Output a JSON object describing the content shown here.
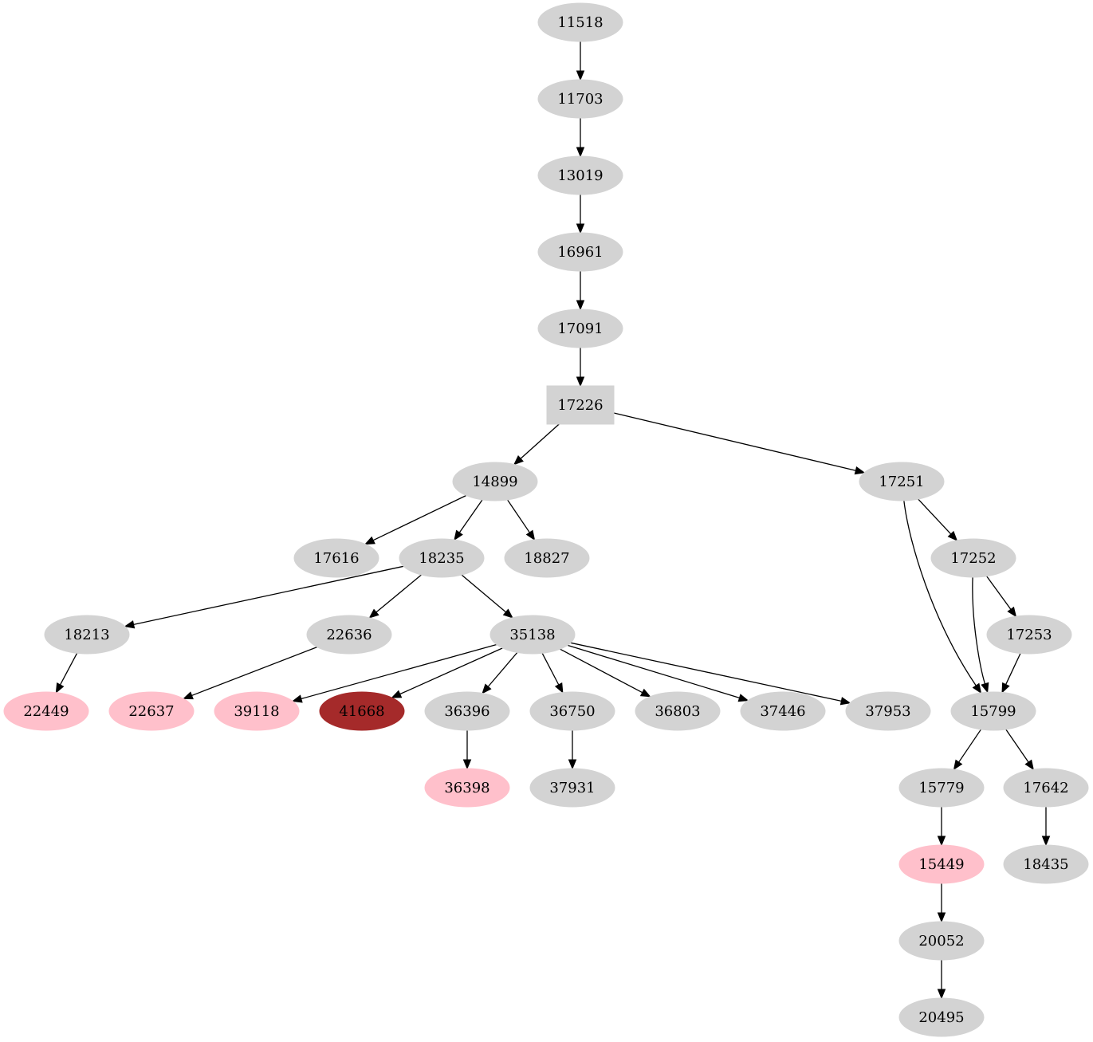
{
  "colors": {
    "default": "#d3d3d3",
    "highlight": "#ffc0cb",
    "focus": "#a52a2a",
    "edge": "#000000",
    "background": "#ffffff"
  },
  "nodes": [
    {
      "id": "11518",
      "label": "11518",
      "shape": "ellipse",
      "color": "default"
    },
    {
      "id": "11703",
      "label": "11703",
      "shape": "ellipse",
      "color": "default"
    },
    {
      "id": "13019",
      "label": "13019",
      "shape": "ellipse",
      "color": "default"
    },
    {
      "id": "16961",
      "label": "16961",
      "shape": "ellipse",
      "color": "default"
    },
    {
      "id": "17091",
      "label": "17091",
      "shape": "ellipse",
      "color": "default"
    },
    {
      "id": "17226",
      "label": "17226",
      "shape": "box",
      "color": "default"
    },
    {
      "id": "14899",
      "label": "14899",
      "shape": "ellipse",
      "color": "default"
    },
    {
      "id": "17251",
      "label": "17251",
      "shape": "ellipse",
      "color": "default"
    },
    {
      "id": "17616",
      "label": "17616",
      "shape": "ellipse",
      "color": "default"
    },
    {
      "id": "18235",
      "label": "18235",
      "shape": "ellipse",
      "color": "default"
    },
    {
      "id": "18827",
      "label": "18827",
      "shape": "ellipse",
      "color": "default"
    },
    {
      "id": "17252",
      "label": "17252",
      "shape": "ellipse",
      "color": "default"
    },
    {
      "id": "18213",
      "label": "18213",
      "shape": "ellipse",
      "color": "default"
    },
    {
      "id": "22636",
      "label": "22636",
      "shape": "ellipse",
      "color": "default"
    },
    {
      "id": "35138",
      "label": "35138",
      "shape": "ellipse",
      "color": "default"
    },
    {
      "id": "17253",
      "label": "17253",
      "shape": "ellipse",
      "color": "default"
    },
    {
      "id": "22449",
      "label": "22449",
      "shape": "ellipse",
      "color": "highlight"
    },
    {
      "id": "22637",
      "label": "22637",
      "shape": "ellipse",
      "color": "highlight"
    },
    {
      "id": "39118",
      "label": "39118",
      "shape": "ellipse",
      "color": "highlight"
    },
    {
      "id": "41668",
      "label": "41668",
      "shape": "ellipse",
      "color": "focus"
    },
    {
      "id": "36396",
      "label": "36396",
      "shape": "ellipse",
      "color": "default"
    },
    {
      "id": "36750",
      "label": "36750",
      "shape": "ellipse",
      "color": "default"
    },
    {
      "id": "36803",
      "label": "36803",
      "shape": "ellipse",
      "color": "default"
    },
    {
      "id": "37446",
      "label": "37446",
      "shape": "ellipse",
      "color": "default"
    },
    {
      "id": "37953",
      "label": "37953",
      "shape": "ellipse",
      "color": "default"
    },
    {
      "id": "15799",
      "label": "15799",
      "shape": "ellipse",
      "color": "default"
    },
    {
      "id": "36398",
      "label": "36398",
      "shape": "ellipse",
      "color": "highlight"
    },
    {
      "id": "37931",
      "label": "37931",
      "shape": "ellipse",
      "color": "default"
    },
    {
      "id": "15779",
      "label": "15779",
      "shape": "ellipse",
      "color": "default"
    },
    {
      "id": "17642",
      "label": "17642",
      "shape": "ellipse",
      "color": "default"
    },
    {
      "id": "15449",
      "label": "15449",
      "shape": "ellipse",
      "color": "highlight"
    },
    {
      "id": "18435",
      "label": "18435",
      "shape": "ellipse",
      "color": "default"
    },
    {
      "id": "20052",
      "label": "20052",
      "shape": "ellipse",
      "color": "default"
    },
    {
      "id": "20495",
      "label": "20495",
      "shape": "ellipse",
      "color": "default"
    }
  ],
  "edges": [
    {
      "from": "11518",
      "to": "11703"
    },
    {
      "from": "11703",
      "to": "13019"
    },
    {
      "from": "13019",
      "to": "16961"
    },
    {
      "from": "16961",
      "to": "17091"
    },
    {
      "from": "17091",
      "to": "17226"
    },
    {
      "from": "17226",
      "to": "14899"
    },
    {
      "from": "17226",
      "to": "17251"
    },
    {
      "from": "14899",
      "to": "17616"
    },
    {
      "from": "14899",
      "to": "18235"
    },
    {
      "from": "14899",
      "to": "18827"
    },
    {
      "from": "17251",
      "to": "17252"
    },
    {
      "from": "17251",
      "to": "15799"
    },
    {
      "from": "18235",
      "to": "18213"
    },
    {
      "from": "18235",
      "to": "22636"
    },
    {
      "from": "18235",
      "to": "35138"
    },
    {
      "from": "17252",
      "to": "17253"
    },
    {
      "from": "17252",
      "to": "15799"
    },
    {
      "from": "17253",
      "to": "15799"
    },
    {
      "from": "18213",
      "to": "22449"
    },
    {
      "from": "22636",
      "to": "22637"
    },
    {
      "from": "35138",
      "to": "39118"
    },
    {
      "from": "35138",
      "to": "41668"
    },
    {
      "from": "35138",
      "to": "36396"
    },
    {
      "from": "35138",
      "to": "36750"
    },
    {
      "from": "35138",
      "to": "36803"
    },
    {
      "from": "35138",
      "to": "37446"
    },
    {
      "from": "35138",
      "to": "37953"
    },
    {
      "from": "36396",
      "to": "36398"
    },
    {
      "from": "36750",
      "to": "37931"
    },
    {
      "from": "15799",
      "to": "15779"
    },
    {
      "from": "15799",
      "to": "17642"
    },
    {
      "from": "15779",
      "to": "15449"
    },
    {
      "from": "17642",
      "to": "18435"
    },
    {
      "from": "15449",
      "to": "20052"
    },
    {
      "from": "20052",
      "to": "20495"
    }
  ]
}
